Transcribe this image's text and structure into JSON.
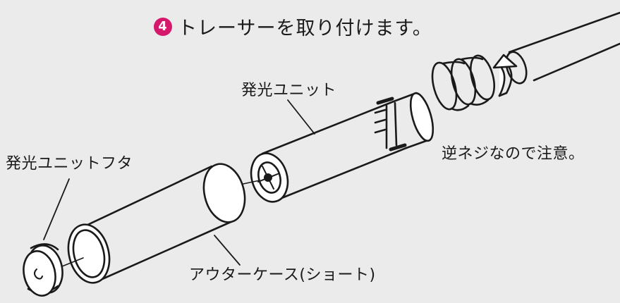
{
  "step": {
    "number": "4",
    "title": "トレーサーを取り付けます。",
    "badge_color": "#d6186d"
  },
  "labels": {
    "emitter_unit": "発光ユニット",
    "emitter_unit_cap": "発光ユニットフタ",
    "reverse_thread_note": "逆ネジなので注意。",
    "outer_case_short": "アウターケース(ショート)"
  },
  "colors": {
    "background": "#ebebeb",
    "line": "#1a1a1a",
    "part_fill": "#ffffff"
  }
}
